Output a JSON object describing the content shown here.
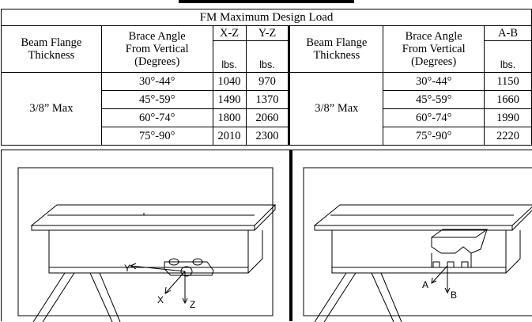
{
  "table": {
    "title": "FM Maximum Design Load",
    "left": {
      "col_beam": [
        "Beam Flange",
        "Thickness"
      ],
      "col_angle": [
        "Brace Angle",
        "From Vertical",
        "(Degrees)"
      ],
      "col_xz": "X-Z",
      "col_yz": "Y-Z",
      "unit_xz": "lbs.",
      "unit_yz": "lbs.",
      "thickness": "3/8” Max",
      "rows": [
        {
          "angle": "30°-44°",
          "xz": "1040",
          "yz": "970"
        },
        {
          "angle": "45°-59°",
          "xz": "1490",
          "yz": "1370"
        },
        {
          "angle": "60°-74°",
          "xz": "1800",
          "yz": "2060"
        },
        {
          "angle": "75°-90°",
          "xz": "2010",
          "yz": "2300"
        }
      ]
    },
    "right": {
      "col_beam": [
        "Beam Flange",
        "Thickness"
      ],
      "col_angle": [
        "Brace Angle",
        "From Vertical",
        "(Degrees)"
      ],
      "col_ab": "A-B",
      "unit_ab": "lbs.",
      "thickness": "3/8” Max",
      "rows": [
        {
          "angle": "30°-44°",
          "ab": "1150"
        },
        {
          "angle": "45°-59°",
          "ab": "1660"
        },
        {
          "angle": "60°-74°",
          "ab": "1990"
        },
        {
          "angle": "75°-90°",
          "ab": "2220"
        }
      ]
    }
  },
  "figures": {
    "left_axes": {
      "y": "Y",
      "x": "X",
      "z": "Z"
    },
    "right_axes": {
      "a": "A",
      "b": "B"
    }
  }
}
